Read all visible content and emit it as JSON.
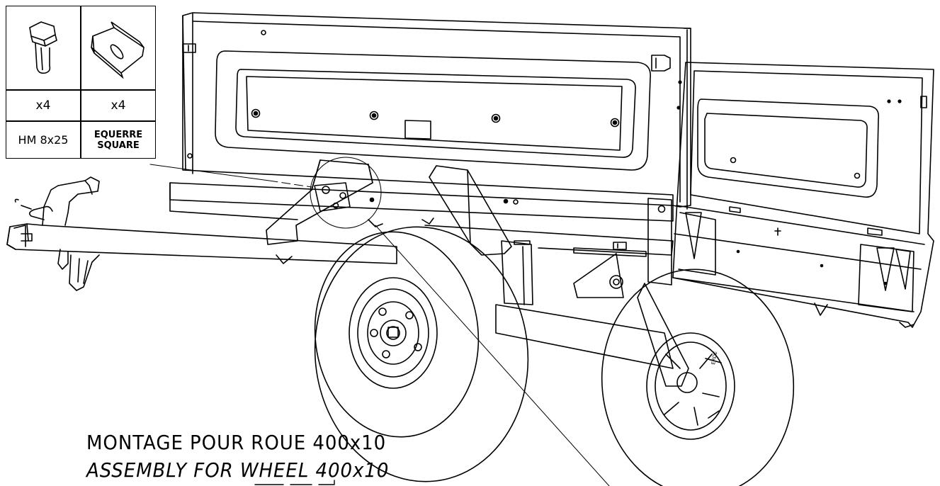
{
  "parts_table": {
    "items": [
      {
        "icon": "hex-flange-bolt-icon",
        "quantity": "x4",
        "label_lines": [
          "HM 8x25"
        ]
      },
      {
        "icon": "angle-bracket-icon",
        "quantity": "x4",
        "label_lines": [
          "EQUERRE",
          "SQUARE"
        ]
      }
    ]
  },
  "caption": {
    "french": "MONTAGE POUR ROUE 400x10",
    "english": "ASSEMBLY FOR WHEEL 400x10"
  },
  "hub_marking": "ERDE",
  "colors": {
    "line": "#000000",
    "background": "#ffffff"
  }
}
